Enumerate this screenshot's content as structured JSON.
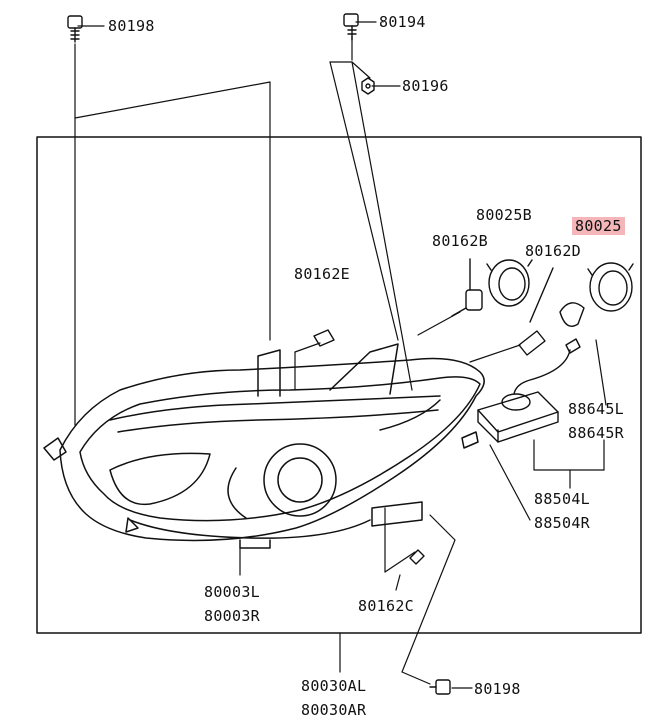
{
  "parts": [
    {
      "id": "p1",
      "text": "80198"
    },
    {
      "id": "p2",
      "text": "80194"
    },
    {
      "id": "p3",
      "text": "80196"
    },
    {
      "id": "p4",
      "text": "80025B"
    },
    {
      "id": "p5",
      "text": "80025",
      "highlight": true
    },
    {
      "id": "p6",
      "text": "80162B"
    },
    {
      "id": "p7",
      "text": "80162D"
    },
    {
      "id": "p8",
      "text": "80162E"
    },
    {
      "id": "p9",
      "text": "88645L"
    },
    {
      "id": "p10",
      "text": "88645R"
    },
    {
      "id": "p11",
      "text": "88504L"
    },
    {
      "id": "p12",
      "text": "88504R"
    },
    {
      "id": "p13",
      "text": "80003L"
    },
    {
      "id": "p14",
      "text": "80003R"
    },
    {
      "id": "p15",
      "text": "80162C"
    },
    {
      "id": "p16",
      "text": "80030AL"
    },
    {
      "id": "p17",
      "text": "80030AR"
    },
    {
      "id": "p18",
      "text": "80198"
    }
  ],
  "colors": {
    "line": "#111111",
    "highlight": "#f4b6b8"
  }
}
